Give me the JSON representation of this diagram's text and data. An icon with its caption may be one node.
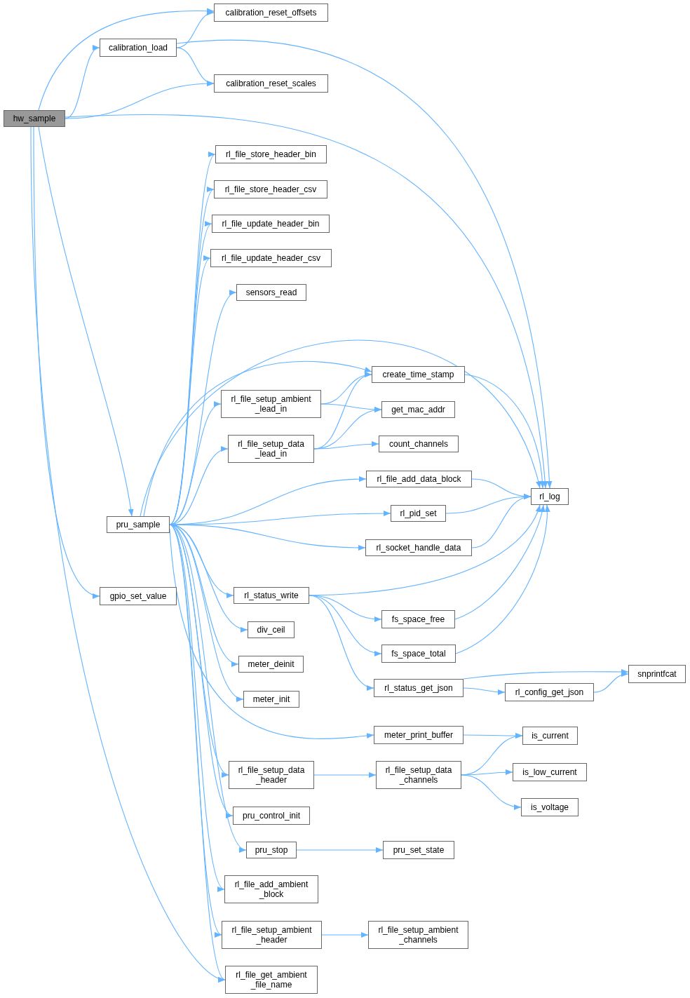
{
  "diagram": {
    "nodes": [
      {
        "text": [
          "hw_sample"
        ]
      },
      {
        "text": [
          "calibration_load"
        ]
      },
      {
        "text": [
          "calibration_reset_offsets"
        ]
      },
      {
        "text": [
          "calibration_reset_scales"
        ]
      },
      {
        "text": [
          "rl_log"
        ]
      },
      {
        "text": [
          "pru_sample"
        ]
      },
      {
        "text": [
          "gpio_set_value"
        ]
      },
      {
        "text": [
          "rl_file_store_header_bin"
        ]
      },
      {
        "text": [
          "rl_file_store_header_csv"
        ]
      },
      {
        "text": [
          "rl_file_update_header_bin"
        ]
      },
      {
        "text": [
          "rl_file_update_header_csv"
        ]
      },
      {
        "text": [
          "sensors_read"
        ]
      },
      {
        "text": [
          "create_time_stamp"
        ]
      },
      {
        "text": [
          "rl_file_setup_ambient _lead_in"
        ]
      },
      {
        "text": [
          "get_mac_addr"
        ]
      },
      {
        "text": [
          "rl_file_setup_data _lead_in"
        ]
      },
      {
        "text": [
          "count_channels"
        ]
      },
      {
        "text": [
          "rl_file_add_data_block"
        ]
      },
      {
        "text": [
          "rl_pid_set"
        ]
      },
      {
        "text": [
          "rl_socket_handle_data"
        ]
      },
      {
        "text": [
          "rl_status_write"
        ]
      },
      {
        "text": [
          "fs_space_free"
        ]
      },
      {
        "text": [
          "fs_space_total"
        ]
      },
      {
        "text": [
          "rl_status_get_json"
        ]
      },
      {
        "text": [
          "rl_config_get_json"
        ]
      },
      {
        "text": [
          "snprintfcat"
        ]
      },
      {
        "text": [
          "div_ceil"
        ]
      },
      {
        "text": [
          "meter_deinit"
        ]
      },
      {
        "text": [
          "meter_init"
        ]
      },
      {
        "text": [
          "meter_print_buffer"
        ]
      },
      {
        "text": [
          "is_current"
        ]
      },
      {
        "text": [
          "rl_file_setup_data _header"
        ]
      },
      {
        "text": [
          "rl_file_setup_data _channels"
        ]
      },
      {
        "text": [
          "is_low_current"
        ]
      },
      {
        "text": [
          "is_voltage"
        ]
      },
      {
        "text": [
          "pru_control_init"
        ]
      },
      {
        "text": [
          "pru_stop"
        ]
      },
      {
        "text": [
          "pru_set_state"
        ]
      },
      {
        "text": [
          "rl_file_add_ambient _block"
        ]
      },
      {
        "text": [
          "rl_file_setup_ambient _header"
        ]
      },
      {
        "text": [
          "rl_file_setup_ambient _channels"
        ]
      },
      {
        "text": [
          "rl_file_get_ambient _file_name"
        ]
      }
    ],
    "edges": [
      {
        "from": 0,
        "to": 2,
        "arrow": "to"
      },
      {
        "from": 0,
        "to": 1,
        "arrow": "to"
      },
      {
        "from": 0,
        "to": 3,
        "arrow": "to"
      },
      {
        "from": 0,
        "to": 4,
        "arrow": "to"
      },
      {
        "from": 0,
        "to": 5,
        "arrow": "to"
      },
      {
        "from": 0,
        "to": 6,
        "arrow": "to"
      },
      {
        "from": 0,
        "to": 41,
        "arrow": "to"
      },
      {
        "from": 1,
        "to": 2,
        "arrow": "to"
      },
      {
        "from": 1,
        "to": 3,
        "arrow": "to"
      },
      {
        "from": 1,
        "to": 4,
        "arrow": "to"
      },
      {
        "from": 5,
        "to": 7,
        "arrow": "to"
      },
      {
        "from": 5,
        "to": 8,
        "arrow": "to"
      },
      {
        "from": 5,
        "to": 9,
        "arrow": "to"
      },
      {
        "from": 5,
        "to": 10,
        "arrow": "to"
      },
      {
        "from": 5,
        "to": 11,
        "arrow": "to"
      },
      {
        "from": 5,
        "to": 4,
        "arrow": "to"
      },
      {
        "from": 5,
        "to": 12,
        "arrow": "to"
      },
      {
        "from": 5,
        "to": 13,
        "arrow": "to"
      },
      {
        "from": 5,
        "to": 15,
        "arrow": "to"
      },
      {
        "from": 5,
        "to": 17,
        "arrow": "to"
      },
      {
        "from": 5,
        "to": 18,
        "arrow": "to"
      },
      {
        "from": 5,
        "to": 19,
        "arrow": "to"
      },
      {
        "from": 5,
        "to": 20,
        "arrow": "to"
      },
      {
        "from": 5,
        "to": 26,
        "arrow": "to"
      },
      {
        "from": 5,
        "to": 27,
        "arrow": "to"
      },
      {
        "from": 5,
        "to": 28,
        "arrow": "to"
      },
      {
        "from": 5,
        "to": 29,
        "arrow": "to"
      },
      {
        "from": 5,
        "to": 31,
        "arrow": "to"
      },
      {
        "from": 5,
        "to": 35,
        "arrow": "to"
      },
      {
        "from": 5,
        "to": 36,
        "arrow": "to"
      },
      {
        "from": 5,
        "to": 38,
        "arrow": "to"
      },
      {
        "from": 5,
        "to": 39,
        "arrow": "to"
      },
      {
        "from": 5,
        "to": 41,
        "arrow": "to"
      },
      {
        "from": 13,
        "to": 12,
        "arrow": "to"
      },
      {
        "from": 13,
        "to": 14,
        "arrow": "to"
      },
      {
        "from": 15,
        "to": 12,
        "arrow": "to"
      },
      {
        "from": 15,
        "to": 14,
        "arrow": "to"
      },
      {
        "from": 15,
        "to": 16,
        "arrow": "to"
      },
      {
        "from": 12,
        "to": 4,
        "arrow": "to"
      },
      {
        "from": 17,
        "to": 4,
        "arrow": "to"
      },
      {
        "from": 18,
        "to": 4,
        "arrow": "to"
      },
      {
        "from": 19,
        "to": 4,
        "arrow": "to"
      },
      {
        "from": 20,
        "to": 4,
        "arrow": "to"
      },
      {
        "from": 20,
        "to": 21,
        "arrow": "to"
      },
      {
        "from": 20,
        "to": 22,
        "arrow": "to"
      },
      {
        "from": 20,
        "to": 23,
        "arrow": "to"
      },
      {
        "from": 21,
        "to": 4,
        "arrow": "to"
      },
      {
        "from": 22,
        "to": 4,
        "arrow": "to"
      },
      {
        "from": 23,
        "to": 25,
        "arrow": "to"
      },
      {
        "from": 23,
        "to": 24,
        "arrow": "to"
      },
      {
        "from": 24,
        "to": 25,
        "arrow": "to"
      },
      {
        "from": 29,
        "to": 30,
        "arrow": "to"
      },
      {
        "from": 31,
        "to": 32,
        "arrow": "to"
      },
      {
        "from": 32,
        "to": 30,
        "arrow": "to"
      },
      {
        "from": 32,
        "to": 33,
        "arrow": "to"
      },
      {
        "from": 32,
        "to": 34,
        "arrow": "to"
      },
      {
        "from": 36,
        "to": 37,
        "arrow": "to"
      },
      {
        "from": 39,
        "to": 40,
        "arrow": "to"
      }
    ]
  }
}
